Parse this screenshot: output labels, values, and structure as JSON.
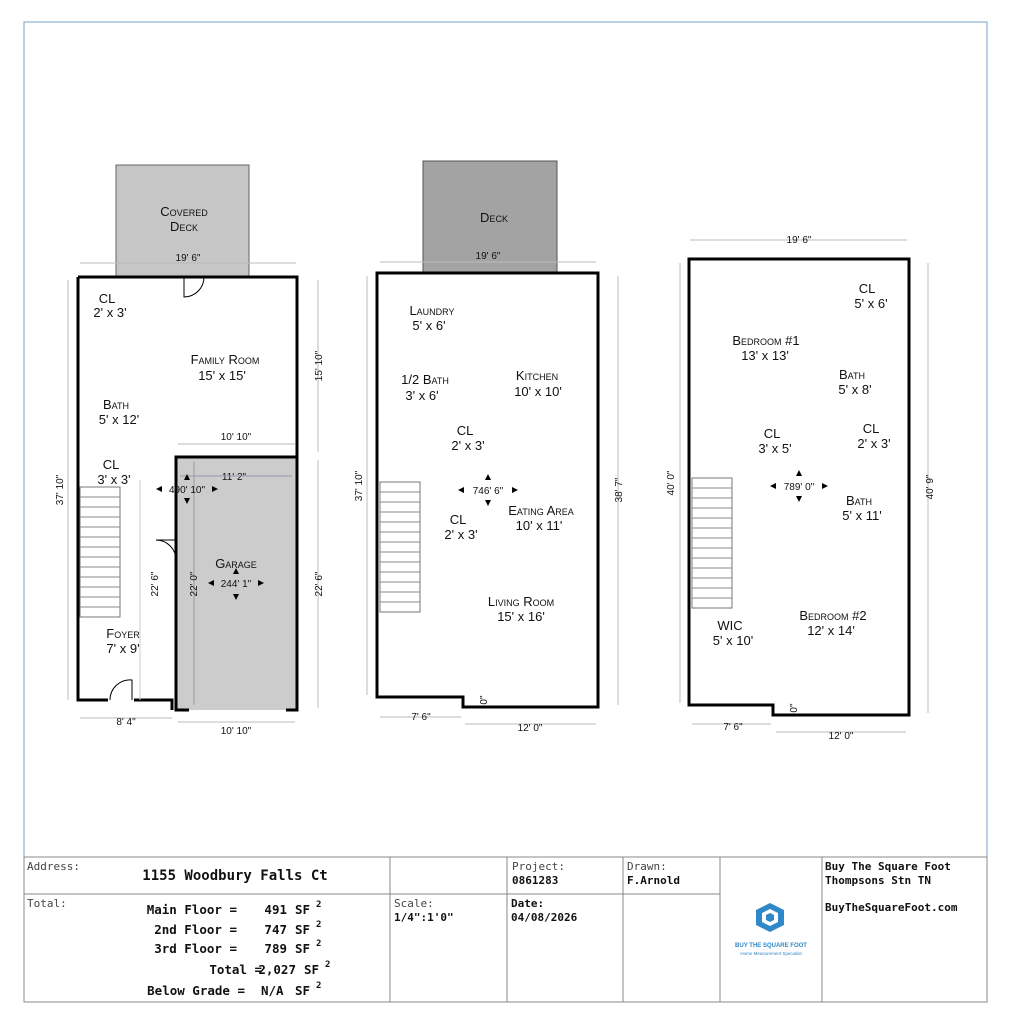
{
  "floors": [
    {
      "id": "main",
      "outdoor": {
        "label_line1": "Covered",
        "label_line2": "Deck",
        "width_dim": "19' 6\""
      },
      "rooms": [
        {
          "name": "CL",
          "size": "2' x 3'"
        },
        {
          "name": "Family Room",
          "size": "15' x 15'"
        },
        {
          "name": "Bath",
          "size": "5' x 12'"
        },
        {
          "name": "CL",
          "size": "3' x 3'"
        },
        {
          "name": "Garage",
          "size": ""
        },
        {
          "name": "Foyer",
          "size": "7' x 9'"
        }
      ],
      "dims": {
        "left": "37' 10\"",
        "right_upper": "15' 10\"",
        "right_lower": "22' 6\"",
        "garage_top": "10' 10\"",
        "garage_inner": "11' 2\"",
        "garage_inner_v": "22' 0\"",
        "stair_v": "22' 6\"",
        "bottom_left": "8' 4\"",
        "bottom_right": "10' 10\""
      },
      "area_markers": [
        "490' 10\"",
        "244' 1\""
      ]
    },
    {
      "id": "second",
      "outdoor": {
        "label_line1": "Deck",
        "label_line2": "",
        "width_dim": "19' 6\""
      },
      "rooms": [
        {
          "name": "Laundry",
          "size": "5' x 6'"
        },
        {
          "name": "1/2 Bath",
          "size": "3' x 6'"
        },
        {
          "name": "Kitchen",
          "size": "10' x 10'"
        },
        {
          "name": "CL",
          "size": "2' x 3'"
        },
        {
          "name": "CL",
          "size": "2' x 3'"
        },
        {
          "name": "Eating Area",
          "size": "10' x 11'"
        },
        {
          "name": "Living Room",
          "size": "15' x 16'"
        }
      ],
      "dims": {
        "left": "37' 10\"",
        "right": "38' 7\"",
        "bottom_left": "7' 6\"",
        "bottom_right": "12' 0\"",
        "notch": "0\""
      },
      "area_markers": [
        "746' 6\""
      ]
    },
    {
      "id": "third",
      "rooms": [
        {
          "name": "CL",
          "size": "5' x 6'"
        },
        {
          "name": "Bedroom #1",
          "size": "13' x 13'"
        },
        {
          "name": "Bath",
          "size": "5' x 8'"
        },
        {
          "name": "CL",
          "size": "3' x 5'"
        },
        {
          "name": "CL",
          "size": "2' x 3'"
        },
        {
          "name": "Bath",
          "size": "5' x 11'"
        },
        {
          "name": "WIC",
          "size": "5' x 10'"
        },
        {
          "name": "Bedroom #2",
          "size": "12' x 14'"
        }
      ],
      "dims": {
        "top": "19' 6\"",
        "left": "40' 0\"",
        "right": "40' 9\"",
        "bottom_left": "7' 6\"",
        "bottom_right": "12' 0\"",
        "notch": "0\""
      },
      "area_markers": [
        "789' 0\""
      ]
    }
  ],
  "title_block": {
    "address_label": "Address:",
    "address": "1155 Woodbury Falls Ct",
    "project_label": "Project:",
    "project": "0861283",
    "drawn_label": "Drawn:",
    "drawn": "F.Arnold",
    "company_line1": "Buy The Square Foot",
    "company_line2": "Thompsons Stn TN",
    "website": "BuyTheSquareFoot.com",
    "total_label": "Total:",
    "totals": [
      {
        "label": "Main Floor =",
        "value": "491",
        "unit": "SF"
      },
      {
        "label": "2nd Floor =",
        "value": "747",
        "unit": "SF"
      },
      {
        "label": "3rd Floor =",
        "value": "789",
        "unit": "SF"
      },
      {
        "label": "Total =",
        "value": "2,027",
        "unit": "SF"
      },
      {
        "label": "Below Grade =",
        "value": "N/A",
        "unit": "SF"
      }
    ],
    "unit_sup": "2",
    "scale_label": "Scale:",
    "scale": "1/4\":1'0\"",
    "date_label": "Date:",
    "date": "04/08/2026",
    "logo_text": "BUY THE SQUARE FOOT",
    "logo_sub": "Home Measurement Specialist"
  },
  "colors": {
    "wall": "#000000",
    "covered_deck": "#c6c6c6",
    "deck": "#a3a3a3",
    "garage": "#cccccc",
    "border": "#7aa6c9",
    "logo": "#2f88c9"
  }
}
